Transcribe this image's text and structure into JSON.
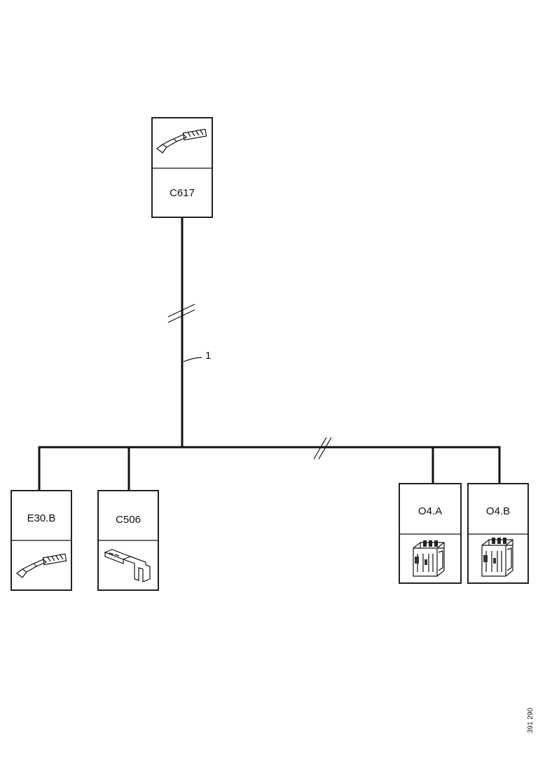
{
  "connectors": {
    "c617": {
      "label": "C617",
      "icon": "crimp-terminal-icon"
    },
    "e30b": {
      "label": "E30.B",
      "icon": "crimp-terminal-icon"
    },
    "c506": {
      "label": "C506",
      "icon": "spade-terminal-icon"
    },
    "o4a": {
      "label": "O4.A",
      "icon": "multi-pin-connector-icon"
    },
    "o4b": {
      "label": "O4.B",
      "icon": "multi-pin-connector-icon"
    }
  },
  "wire": {
    "callout": "1"
  },
  "figure": {
    "reference": "391 290"
  }
}
